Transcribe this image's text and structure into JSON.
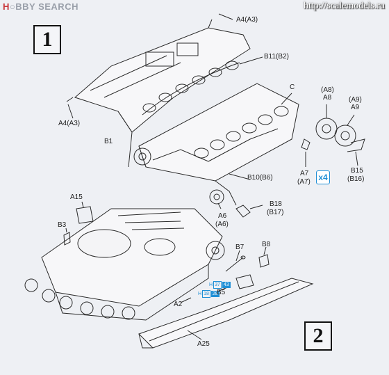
{
  "header": {
    "brand_prefix": "H",
    "brand_rest": "BBY SEARCH",
    "site_url": "http://scalemodels.ru"
  },
  "steps": [
    "1",
    "2"
  ],
  "step1_labels": {
    "a4_top": "A4(A3)",
    "b11": "B11(B2)",
    "c": "C",
    "a8": "(A8)",
    "a8b": "A8",
    "a9": "(A9)",
    "a9b": "A9",
    "a4_left": "A4(A3)",
    "b1": "B1",
    "a7": "A7",
    "a7b": "(A7)",
    "qty": "x4",
    "b15": "B15",
    "b16": "(B16)",
    "b10": "B10(B6)",
    "b18": "B18",
    "b17": "(B17)",
    "a6": "A6",
    "a6b": "(A6)"
  },
  "step2_labels": {
    "a15": "A15",
    "b3": "B3",
    "b7": "B7",
    "b8": "B8",
    "ref1_h": "H",
    "ref1_a": "37",
    "ref1_b": "43",
    "ref2_h": "H",
    "ref2_a": "18",
    "ref2_b": "28",
    "b5": "B5",
    "a2": "A2",
    "a25": "A25"
  },
  "colors": {
    "line": "#2a2a2a",
    "accent_blue": "#1f8fd6",
    "paper": "#eef0f4"
  }
}
